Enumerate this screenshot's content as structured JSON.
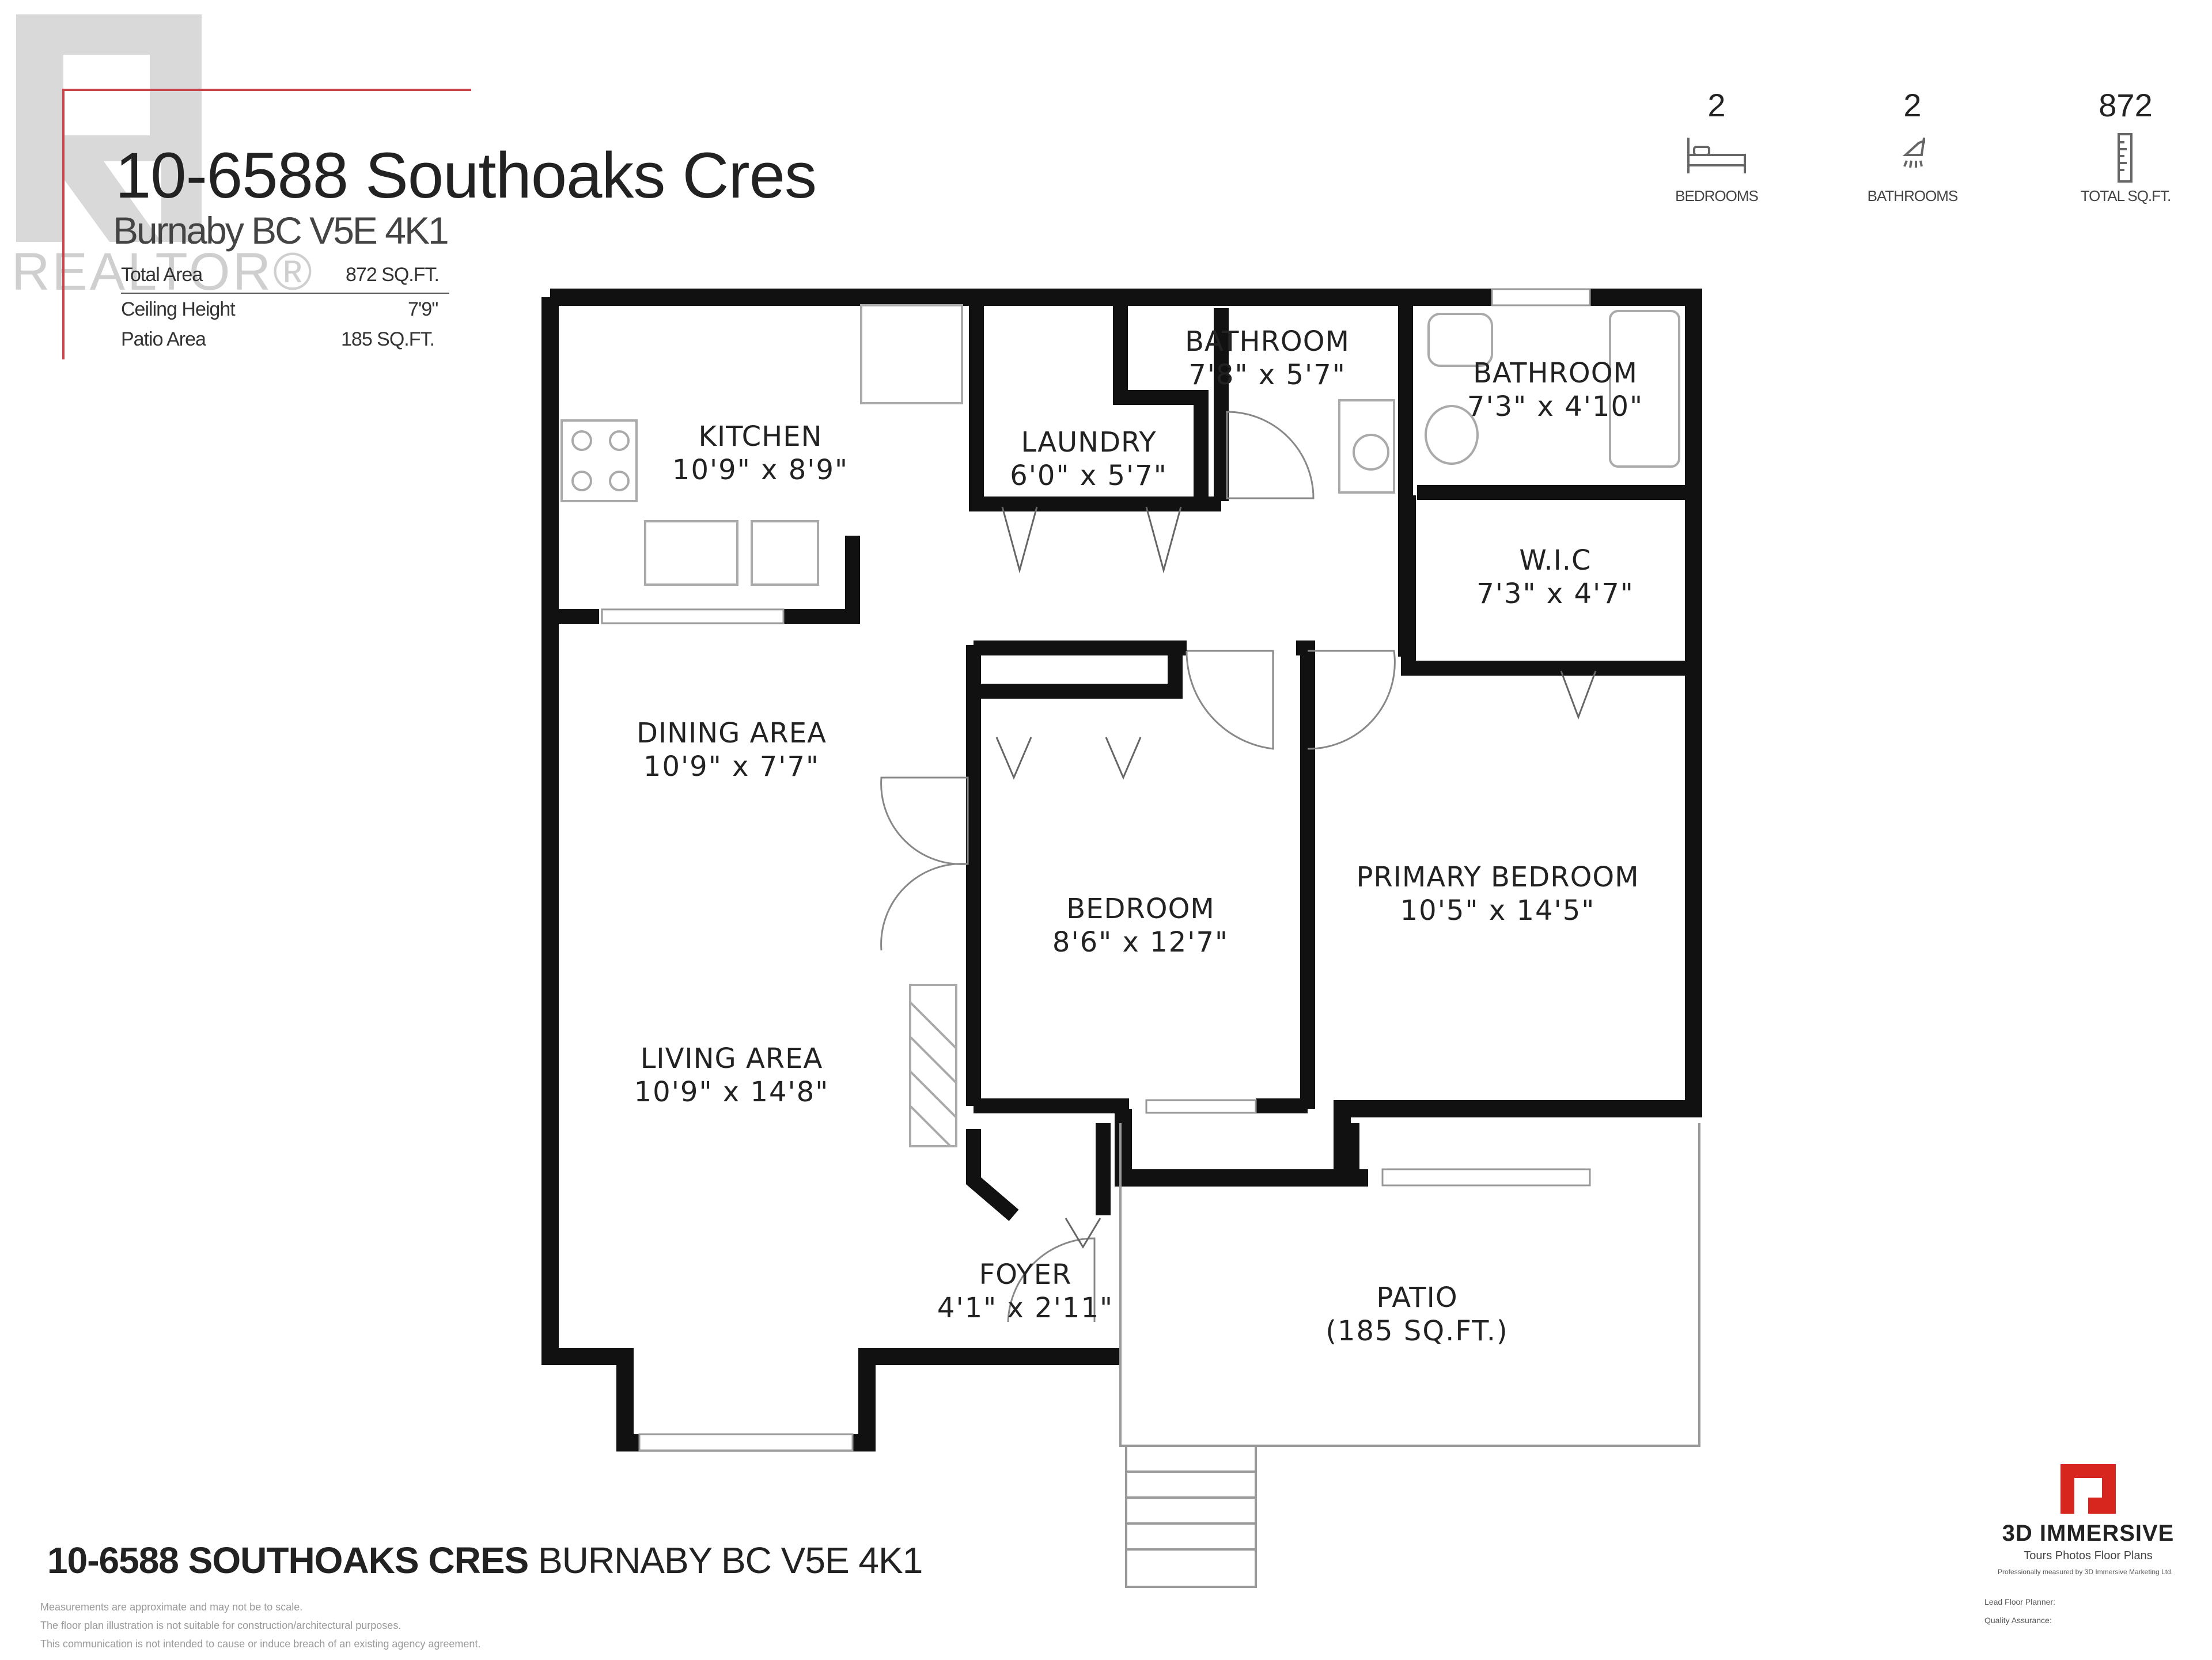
{
  "header": {
    "title": "10-6588 Southoaks Cres",
    "subtitle": "Burnaby BC V5E 4K1",
    "watermark": "REALTOR®"
  },
  "info": [
    {
      "label": "Total Area",
      "value": "872 SQ.FT."
    },
    {
      "label": "Ceiling Height",
      "value": "7'9\""
    },
    {
      "label": "Patio Area",
      "value": "185 SQ.FT."
    }
  ],
  "stats": [
    {
      "value": "2",
      "label": "BEDROOMS",
      "icon": "bed-icon"
    },
    {
      "value": "2",
      "label": "BATHROOMS",
      "icon": "shower-icon"
    },
    {
      "value": "872",
      "label": "TOTAL SQ.FT.",
      "icon": "ruler-icon"
    }
  ],
  "rooms": {
    "kitchen": {
      "name": "KITCHEN",
      "dim": "10'9\" x 8'9\""
    },
    "laundry": {
      "name": "LAUNDRY",
      "dim": "6'0\" x 5'7\""
    },
    "bath1": {
      "name": "BATHROOM",
      "dim": "7'8\" x 5'7\""
    },
    "bath2": {
      "name": "BATHROOM",
      "dim": "7'3\" x 4'10\""
    },
    "wic": {
      "name": "W.I.C",
      "dim": "7'3\" x 4'7\""
    },
    "dining": {
      "name": "DINING AREA",
      "dim": "10'9\" x 7'7\""
    },
    "bedroom": {
      "name": "BEDROOM",
      "dim": "8'6\" x 12'7\""
    },
    "primary": {
      "name": "PRIMARY BEDROOM",
      "dim": "10'5\" x 14'5\""
    },
    "living": {
      "name": "LIVING AREA",
      "dim": "10'9\" x 14'8\""
    },
    "foyer": {
      "name": "FOYER",
      "dim": "4'1\" x 2'11\""
    },
    "patio": {
      "name": "PATIO",
      "dim": "(185 SQ.FT.)"
    }
  },
  "footer": {
    "address_bold": "10-6588 SOUTHOAKS CRES",
    "address_rest": "BURNABY BC V5E 4K1",
    "notes": [
      "Measurements are approximate and may not be to scale.",
      "The floor plan illustration is not suitable for construction/architectural purposes.",
      "This communication is not intended to cause or induce breach of an existing agency agreement."
    ]
  },
  "brand": {
    "name": "3D IMMERSIVE",
    "tagline": "Tours  Photos  Floor Plans",
    "measured": "Professionally measured by 3D Immersive Marketing Ltd.",
    "lead": "Lead Floor Planner:",
    "qa": "Quality Assurance:",
    "accent": "#d7261e"
  }
}
